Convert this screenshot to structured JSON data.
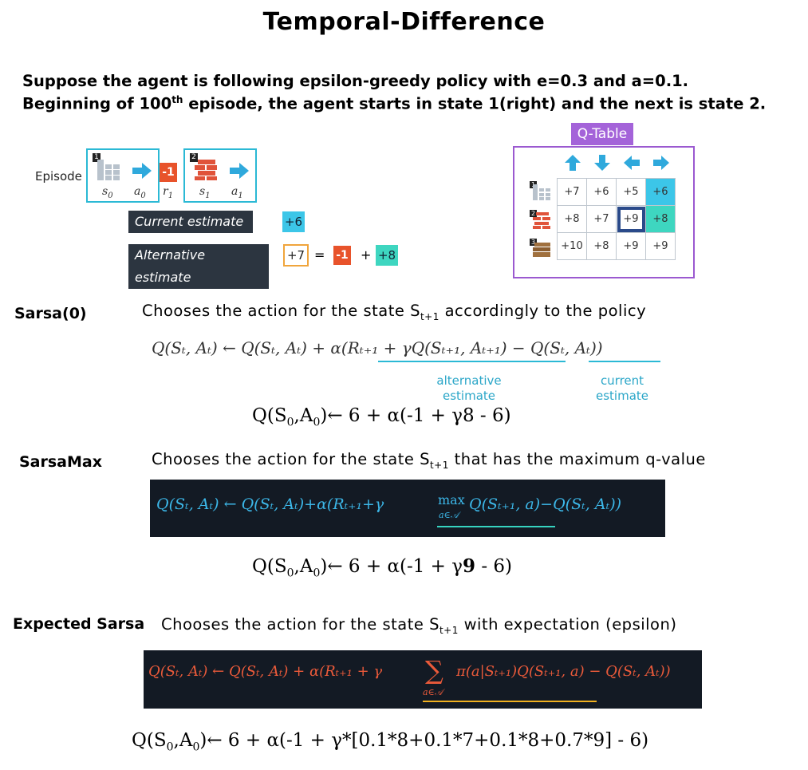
{
  "title": "Temporal-Difference",
  "intro": {
    "line1": "Suppose the agent is following epsilon-greedy policy with e=0.3 and a=0.1.",
    "line2_a": "Beginning of 100",
    "line2_sup": "th",
    "line2_b": " episode, the agent starts in state 1(right) and the next is state 2."
  },
  "episode": {
    "label": "Episode",
    "state1_num": "1",
    "state2_num": "2",
    "s0": "s",
    "s0_sub": "0",
    "a0": "a",
    "a0_sub": "0",
    "r1": "r",
    "r1_sub": "1",
    "s1": "s",
    "s1_sub": "1",
    "a1": "a",
    "a1_sub": "1",
    "reward": "-1",
    "current_label": "Current estimate",
    "current_value": "+6",
    "alt_label": "Alternative estimate",
    "alt_value": "+7",
    "eq": "=",
    "alt_reward": "-1",
    "plus": "+",
    "alt_next": "+8"
  },
  "qtable": {
    "header": "Q-Table",
    "arrows": [
      "up-arrow-icon",
      "down-arrow-icon",
      "left-arrow-icon",
      "right-arrow-icon"
    ],
    "states": [
      "1",
      "2",
      "3"
    ],
    "rows": [
      [
        "+7",
        "+6",
        "+5",
        "+6"
      ],
      [
        "+8",
        "+7",
        "+9",
        "+8"
      ],
      [
        "+10",
        "+8",
        "+9",
        "+9"
      ]
    ],
    "colors": {
      "cyan": "#3cc6e8",
      "teal": "#3ed6c0",
      "selected": "#2a4a8a"
    }
  },
  "sarsa0": {
    "name": "Sarsa(0)",
    "desc_a": "Chooses the action for the state S",
    "desc_sub": "t+1",
    "desc_b": " accordingly to the policy",
    "formula": "Q(Sₜ, Aₜ) ← Q(Sₜ, Aₜ) + α(Rₜ₊₁ + γQ(Sₜ₊₁, Aₜ₊₁) − Q(Sₜ, Aₜ))",
    "anno_alt": "alternative\nestimate",
    "anno_cur": "current\nestimate",
    "calc_a": "Q(S",
    "calc_s": "0",
    "calc_b": ",A",
    "calc_a0": "0",
    "calc_c": ")← 6 +  α(-1  +  γ8  - 6)"
  },
  "sarsamax": {
    "name": "SarsaMax",
    "desc_a": "Chooses the action for the state S",
    "desc_sub": "t+1",
    "desc_b": " that has the maximum q-value",
    "formula_a": "Q(Sₜ, Aₜ) ← Q(Sₜ, Aₜ)+α(Rₜ₊₁+γ",
    "formula_max": "max",
    "formula_under": "a∈𝒜",
    "formula_b": "Q(Sₜ₊₁, a)−Q(Sₜ, Aₜ))",
    "calc_a": "Q(S",
    "calc_s": "0",
    "calc_b": ",A",
    "calc_a0": "0",
    "calc_c": ")← 6 +  α(-1  +  γ",
    "calc_bold": "9",
    "calc_d": "  - 6)"
  },
  "expected": {
    "name": "Expected Sarsa",
    "desc_a": "Chooses the action for the state S",
    "desc_sub": "t+1",
    "desc_b": " with expectation (epsilon)",
    "formula_a": "Q(Sₜ, Aₜ) ← Q(Sₜ, Aₜ) + α(Rₜ₊₁ + γ",
    "formula_sum": "∑",
    "formula_under": "a∈𝒜",
    "formula_b": "π(a|Sₜ₊₁)Q(Sₜ₊₁, a) − Q(Sₜ, Aₜ))",
    "calc_a": "Q(S",
    "calc_s": "0",
    "calc_b": ",A",
    "calc_a0": "0",
    "calc_c": ")← 6 +  α(-1  +  γ*[0.1*8+0.1*7+0.1*8+0.7*9]  - 6)"
  }
}
